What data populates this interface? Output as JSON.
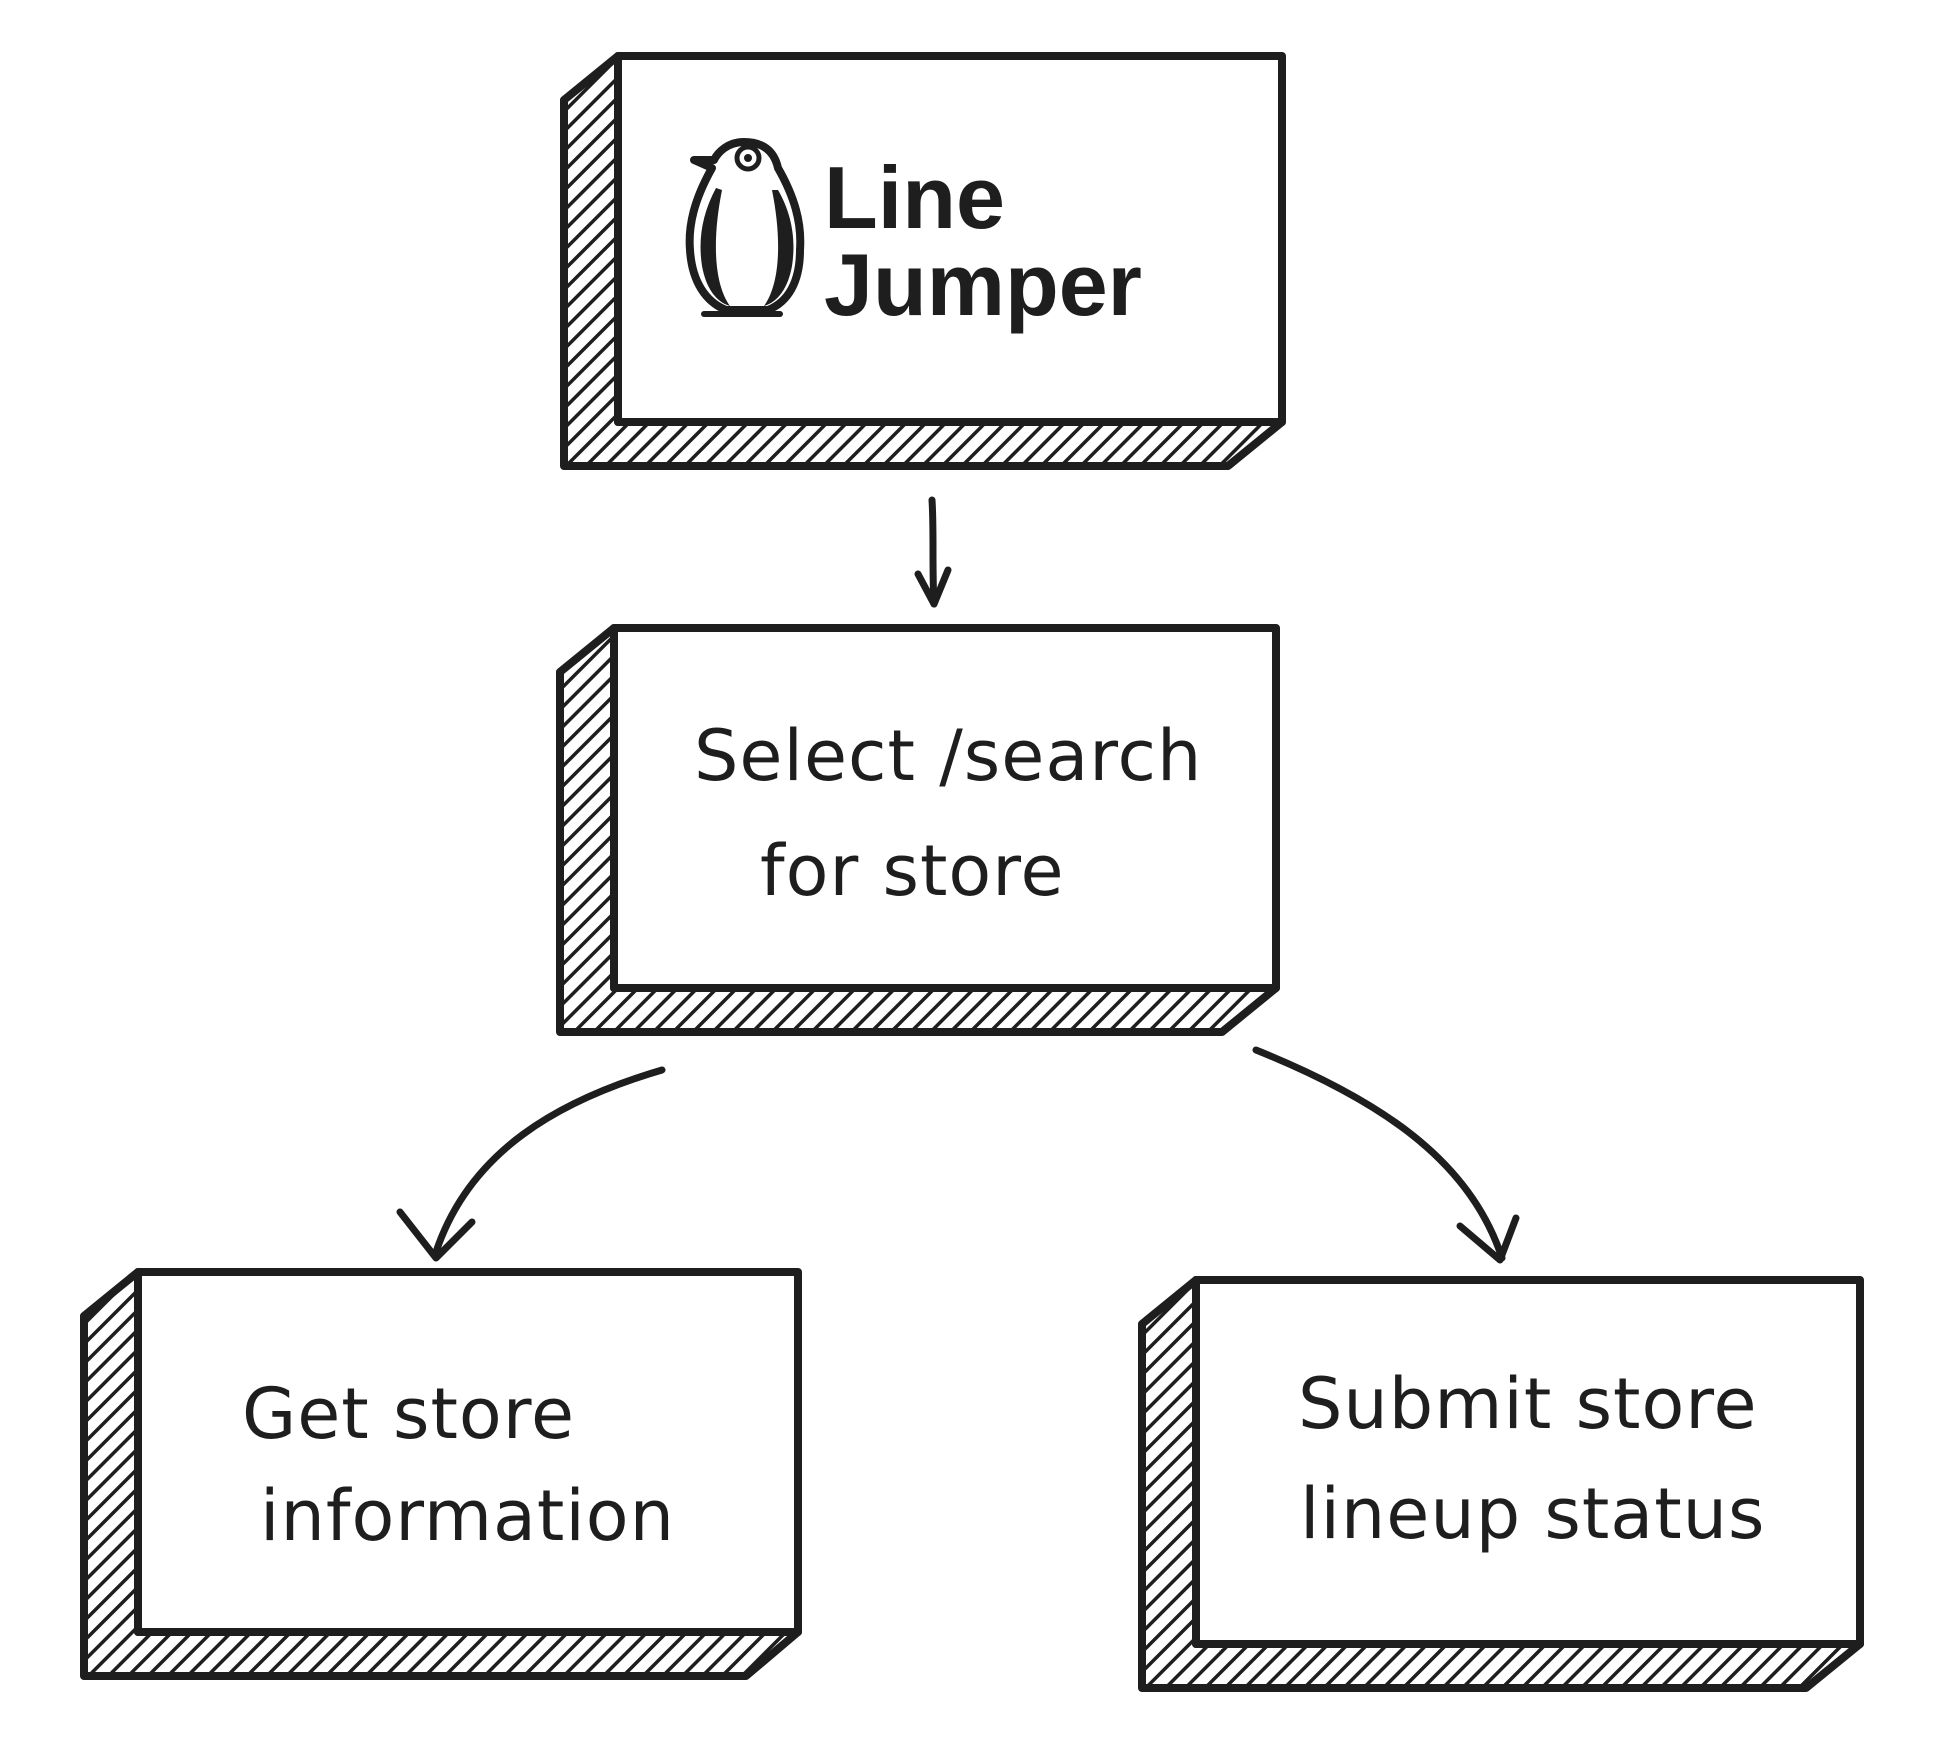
{
  "logo": {
    "line1": "Line",
    "line2": "Jumper"
  },
  "nodes": {
    "select": {
      "line1": "Select /search",
      "line2": "for store"
    },
    "info": {
      "line1": "Get store",
      "line2": "information"
    },
    "submit": {
      "line1": "Submit store",
      "line2": "lineup status"
    }
  },
  "colors": {
    "ink": "#1e1e1e",
    "background": "#ffffff"
  },
  "icons": {
    "logo_mark": "penguin-icon"
  }
}
